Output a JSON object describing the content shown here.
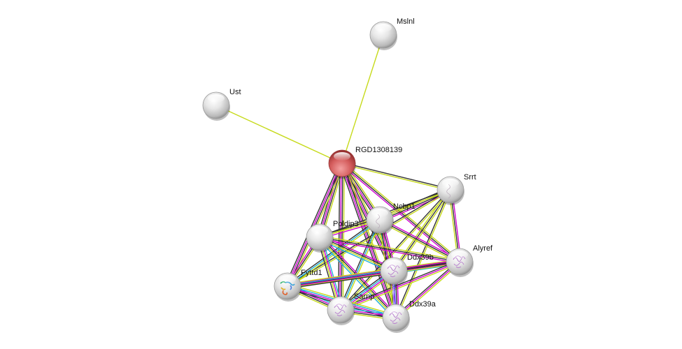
{
  "diagram": {
    "type": "protein-interaction-network",
    "edge_colors": {
      "textmining": "#c6da1a",
      "coexpression": "#333333",
      "experiments": "#d000d0",
      "database": "#1fb0d8",
      "homology": "#4a4aff",
      "neighborhood": "#a0a0ff"
    },
    "node_colors": {
      "query": "#d86060",
      "partner": "#d8d8d8"
    },
    "nodes": [
      {
        "id": "RGD1308139",
        "label": "RGD1308139",
        "query": true,
        "structure": false
      },
      {
        "id": "Mslnl",
        "label": "Mslnl",
        "query": false,
        "structure": false
      },
      {
        "id": "Ust",
        "label": "Ust",
        "query": false,
        "structure": false
      },
      {
        "id": "Srrt",
        "label": "Srrt",
        "query": false,
        "structure": "faint"
      },
      {
        "id": "Ncbp1",
        "label": "Ncbp1",
        "query": false,
        "structure": "faint"
      },
      {
        "id": "Poldip3",
        "label": "Poldip3",
        "query": false,
        "structure": false
      },
      {
        "id": "Alyref",
        "label": "Alyref",
        "query": false,
        "structure": "purple"
      },
      {
        "id": "Ddx39b",
        "label": "Ddx39b",
        "query": false,
        "structure": "purple"
      },
      {
        "id": "Fyttd1",
        "label": "Fyttd1",
        "query": false,
        "structure": "rainbow"
      },
      {
        "id": "Sarnp",
        "label": "Sarnp",
        "query": false,
        "structure": "purple"
      },
      {
        "id": "Ddx39a",
        "label": "Ddx39a",
        "query": false,
        "structure": "purple"
      }
    ],
    "edges": [
      {
        "a": "RGD1308139",
        "b": "Mslnl",
        "types": [
          "textmining"
        ]
      },
      {
        "a": "RGD1308139",
        "b": "Ust",
        "types": [
          "textmining"
        ]
      },
      {
        "a": "RGD1308139",
        "b": "Srrt",
        "types": [
          "coexpression",
          "textmining"
        ]
      },
      {
        "a": "RGD1308139",
        "b": "Ncbp1",
        "types": [
          "textmining",
          "coexpression",
          "experiments",
          "coexpression"
        ]
      },
      {
        "a": "RGD1308139",
        "b": "Poldip3",
        "types": [
          "textmining",
          "coexpression",
          "experiments",
          "coexpression"
        ]
      },
      {
        "a": "RGD1308139",
        "b": "Alyref",
        "types": [
          "textmining",
          "coexpression",
          "experiments"
        ]
      },
      {
        "a": "RGD1308139",
        "b": "Ddx39b",
        "types": [
          "textmining",
          "coexpression",
          "experiments",
          "coexpression"
        ]
      },
      {
        "a": "RGD1308139",
        "b": "Fyttd1",
        "types": [
          "textmining",
          "coexpression",
          "experiments",
          "coexpression"
        ]
      },
      {
        "a": "RGD1308139",
        "b": "Sarnp",
        "types": [
          "textmining",
          "coexpression",
          "experiments",
          "coexpression"
        ]
      },
      {
        "a": "RGD1308139",
        "b": "Ddx39a",
        "types": [
          "textmining",
          "coexpression",
          "experiments",
          "coexpression"
        ]
      },
      {
        "a": "Srrt",
        "b": "Ncbp1",
        "types": [
          "experiments",
          "coexpression",
          "textmining",
          "coexpression"
        ]
      },
      {
        "a": "Srrt",
        "b": "Poldip3",
        "types": [
          "textmining",
          "coexpression"
        ]
      },
      {
        "a": "Srrt",
        "b": "Alyref",
        "types": [
          "experiments",
          "coexpression",
          "textmining"
        ]
      },
      {
        "a": "Srrt",
        "b": "Ddx39b",
        "types": [
          "textmining",
          "coexpression",
          "textmining"
        ]
      },
      {
        "a": "Srrt",
        "b": "Fyttd1",
        "types": [
          "textmining",
          "coexpression"
        ]
      },
      {
        "a": "Srrt",
        "b": "Sarnp",
        "types": [
          "textmining",
          "coexpression"
        ]
      },
      {
        "a": "Srrt",
        "b": "Ddx39a",
        "types": [
          "textmining",
          "coexpression"
        ]
      },
      {
        "a": "Ncbp1",
        "b": "Poldip3",
        "types": [
          "experiments",
          "textmining",
          "coexpression"
        ]
      },
      {
        "a": "Ncbp1",
        "b": "Alyref",
        "types": [
          "experiments",
          "coexpression",
          "textmining"
        ]
      },
      {
        "a": "Ncbp1",
        "b": "Ddx39b",
        "types": [
          "experiments",
          "coexpression",
          "textmining",
          "database"
        ]
      },
      {
        "a": "Ncbp1",
        "b": "Fyttd1",
        "types": [
          "textmining",
          "database",
          "coexpression"
        ]
      },
      {
        "a": "Ncbp1",
        "b": "Sarnp",
        "types": [
          "textmining",
          "database",
          "coexpression"
        ]
      },
      {
        "a": "Ncbp1",
        "b": "Ddx39a",
        "types": [
          "experiments",
          "coexpression",
          "textmining"
        ]
      },
      {
        "a": "Poldip3",
        "b": "Alyref",
        "types": [
          "textmining",
          "coexpression",
          "experiments"
        ]
      },
      {
        "a": "Poldip3",
        "b": "Ddx39b",
        "types": [
          "experiments",
          "coexpression",
          "textmining",
          "database"
        ]
      },
      {
        "a": "Poldip3",
        "b": "Fyttd1",
        "types": [
          "textmining",
          "coexpression",
          "experiments"
        ]
      },
      {
        "a": "Poldip3",
        "b": "Sarnp",
        "types": [
          "database",
          "experiments",
          "textmining",
          "coexpression"
        ]
      },
      {
        "a": "Poldip3",
        "b": "Ddx39a",
        "types": [
          "experiments",
          "coexpression",
          "textmining",
          "database"
        ]
      },
      {
        "a": "Alyref",
        "b": "Ddx39b",
        "types": [
          "database",
          "experiments",
          "coexpression",
          "textmining"
        ]
      },
      {
        "a": "Alyref",
        "b": "Fyttd1",
        "types": [
          "textmining",
          "coexpression",
          "experiments"
        ]
      },
      {
        "a": "Alyref",
        "b": "Sarnp",
        "types": [
          "textmining",
          "experiments",
          "coexpression"
        ]
      },
      {
        "a": "Alyref",
        "b": "Ddx39a",
        "types": [
          "textmining",
          "experiments",
          "coexpression"
        ]
      },
      {
        "a": "Ddx39b",
        "b": "Fyttd1",
        "types": [
          "coexpression",
          "experiments",
          "database",
          "textmining"
        ]
      },
      {
        "a": "Ddx39b",
        "b": "Sarnp",
        "types": [
          "textmining",
          "experiments",
          "database",
          "coexpression"
        ]
      },
      {
        "a": "Ddx39b",
        "b": "Ddx39a",
        "types": [
          "experiments",
          "coexpression",
          "homology",
          "neighborhood",
          "textmining"
        ]
      },
      {
        "a": "Fyttd1",
        "b": "Sarnp",
        "types": [
          "database",
          "experiments",
          "coexpression",
          "textmining"
        ]
      },
      {
        "a": "Fyttd1",
        "b": "Ddx39a",
        "types": [
          "textmining",
          "database",
          "experiments",
          "coexpression"
        ]
      },
      {
        "a": "Sarnp",
        "b": "Ddx39a",
        "types": [
          "database",
          "experiments",
          "coexpression",
          "textmining"
        ]
      }
    ]
  }
}
